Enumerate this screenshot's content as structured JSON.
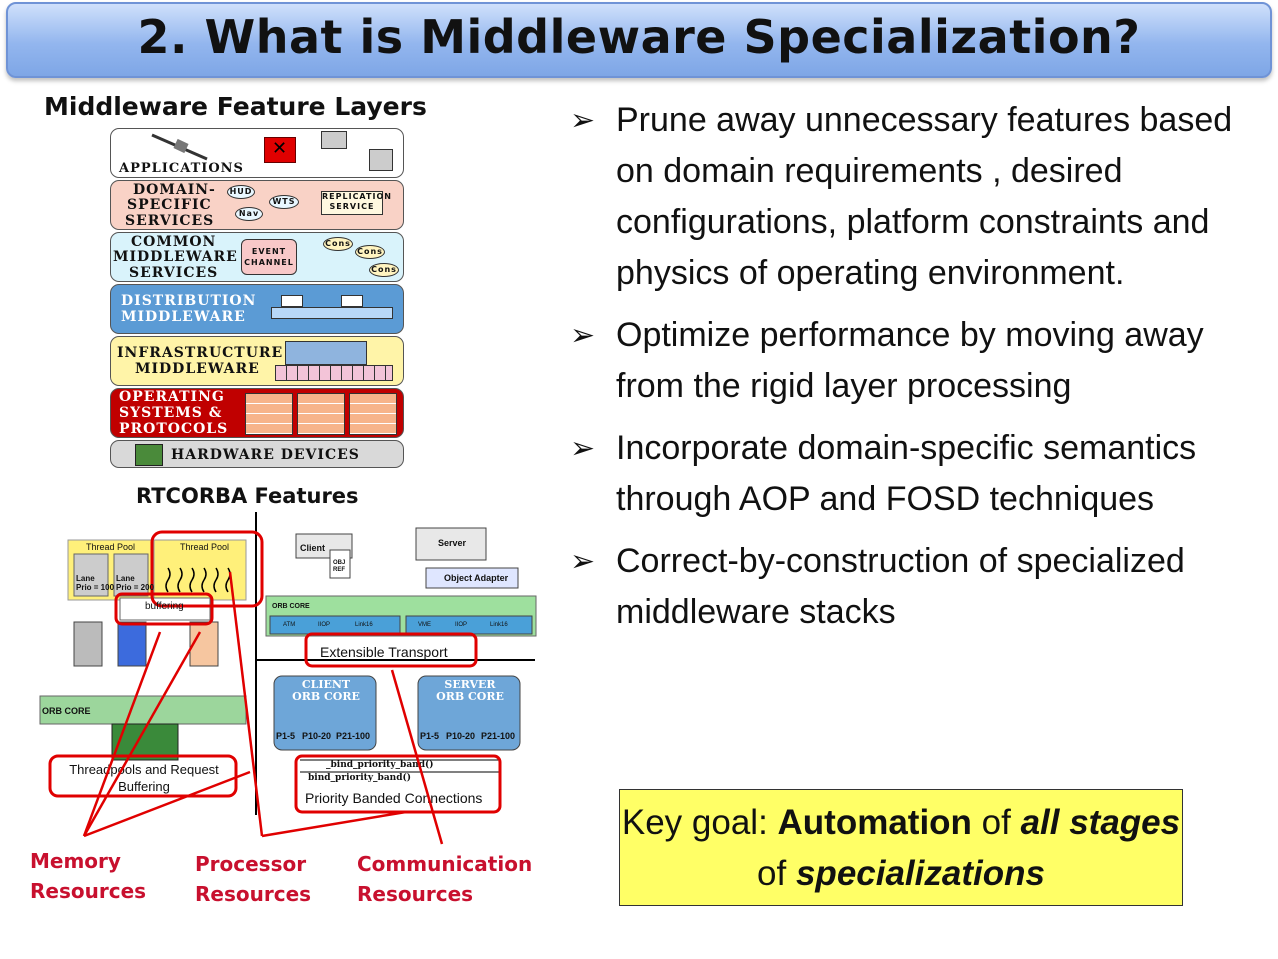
{
  "title": "2.  What is Middleware Specialization?",
  "layers": {
    "heading": "Middleware Feature Layers",
    "applications": "APPLICATIONS",
    "domain_specific": [
      "DOMAIN-",
      "SPECIFIC",
      "SERVICES"
    ],
    "domain_items": {
      "hud": "HUD",
      "nav": "Nav",
      "wts": "WTS",
      "replication": [
        "REPLICATION",
        "SERVICE"
      ]
    },
    "common": [
      "COMMON",
      "MIDDLEWARE",
      "SERVICES"
    ],
    "common_items": {
      "event": [
        "EVENT",
        "CHANNEL"
      ],
      "cons": "Cons"
    },
    "distribution": [
      "DISTRIBUTION",
      "MIDDLEWARE"
    ],
    "infrastructure": [
      "INFRASTRUCTURE",
      "MIDDLEWARE"
    ],
    "os": [
      "OPERATING",
      "SYSTEMS  &",
      "PROTOCOLS"
    ],
    "hardware": "HARDWARE  DEVICES"
  },
  "rtcorba": {
    "heading": "RTCORBA Features",
    "thread_pool": "Thread Pool",
    "lane1": [
      "Lane",
      "Prio = 100"
    ],
    "lane2": [
      "Lane",
      "Prio = 200"
    ],
    "buffering": "buffering",
    "orb_core": "ORB CORE",
    "threadpools": [
      "Threadpools and Request",
      "Buffering"
    ],
    "client": "Client",
    "obj_ref": [
      "OBJ",
      "REF"
    ],
    "server": "Server",
    "object_adapter": "Object Adapter",
    "protocols": [
      "ATM",
      "IIOP",
      "Link16",
      "VME",
      "IIOP",
      "Link16"
    ],
    "extensible_transport": "Extensible Transport",
    "client_orb": [
      "CLIENT",
      "ORB  CORE"
    ],
    "server_orb": [
      "SERVER",
      "ORB  CORE"
    ],
    "prio_labels": [
      "P1-5",
      "P10-20",
      "P21-100"
    ],
    "bind1": "_bind_priority_band()",
    "bind2": "bind_priority_band()",
    "priority_banded": "Priority Banded Connections",
    "memory": [
      "Memory",
      "Resources"
    ],
    "processor": [
      "Processor",
      "Resources"
    ],
    "communication": [
      "Communication",
      "Resources"
    ]
  },
  "bullets": [
    "Prune away unnecessary features based on domain requirements , desired configurations, platform constraints and physics of operating environment.",
    "Optimize performance by moving away from the rigid layer processing",
    "Incorporate domain-specific semantics through AOP and FOSD techniques",
    "Correct-by-construction of specialized middleware stacks"
  ],
  "bullet_marker": "➢",
  "goal": {
    "prefix": "Key goal: ",
    "bold1": "Automation",
    "mid1": " of ",
    "bolditalic1": "all stages",
    "mid2": " of ",
    "bolditalic2": "specializations"
  }
}
